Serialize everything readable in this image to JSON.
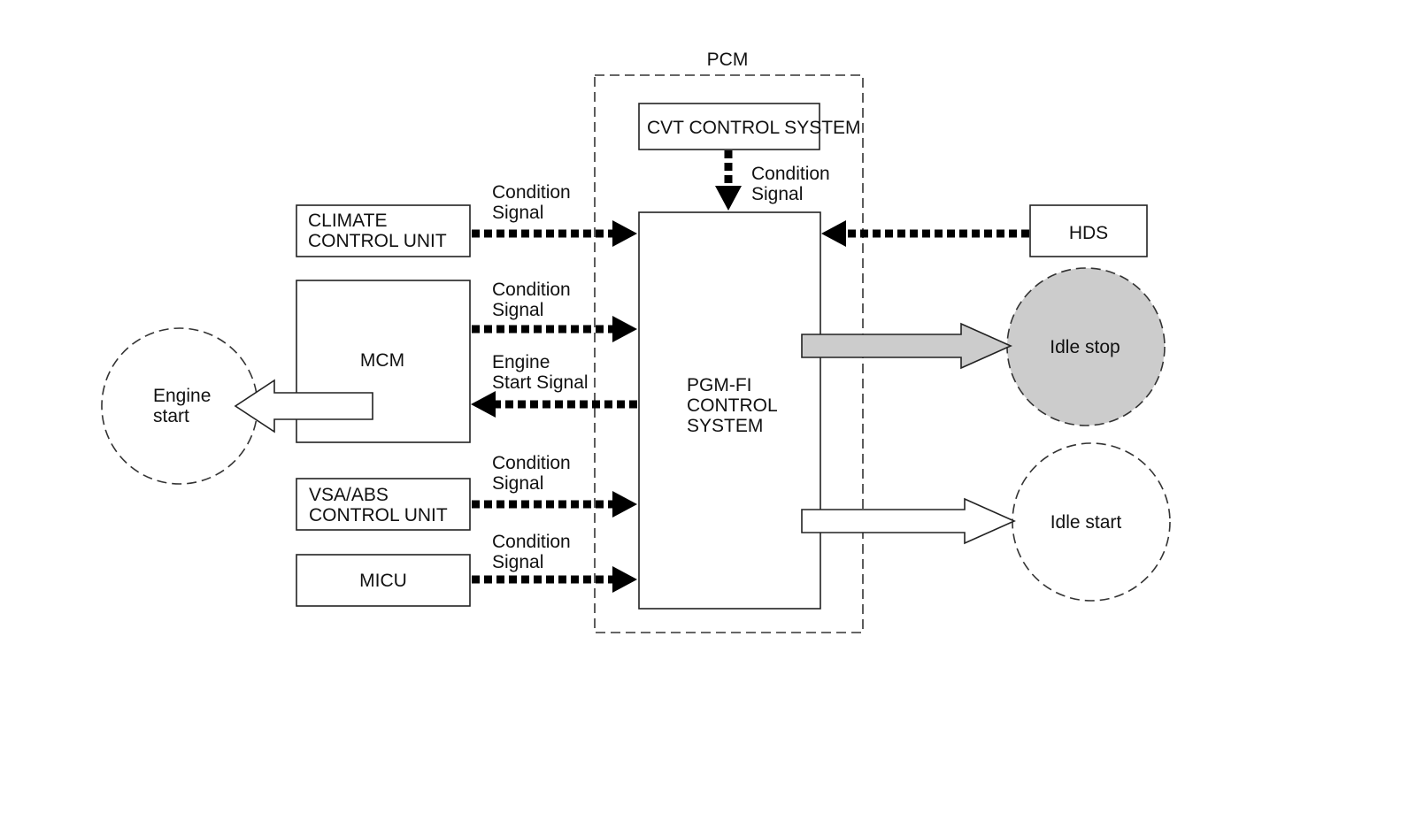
{
  "pcm": {
    "label": "PCM"
  },
  "cvt": {
    "label": "CVT CONTROL SYSTEM"
  },
  "pgmfi": {
    "lines": [
      "PGM-FI",
      "CONTROL",
      "SYSTEM"
    ]
  },
  "climate": {
    "lines": [
      "CLIMATE",
      "CONTROL UNIT"
    ]
  },
  "mcm": {
    "label": "MCM"
  },
  "vsa": {
    "lines": [
      "VSA/ABS",
      "CONTROL UNIT"
    ]
  },
  "micu": {
    "label": "MICU"
  },
  "hds": {
    "label": "HDS"
  },
  "signals": {
    "cvt": [
      "Condition",
      "Signal"
    ],
    "climate": [
      "Condition",
      "Signal"
    ],
    "mcm": [
      "Condition",
      "Signal"
    ],
    "engine_start": [
      "Engine",
      "Start Signal"
    ],
    "vsa": [
      "Condition",
      "Signal"
    ],
    "micu": [
      "Condition",
      "Signal"
    ]
  },
  "outputs": {
    "engine_start": [
      "Engine",
      "start"
    ],
    "idle_stop": "Idle stop",
    "idle_start": "Idle start"
  },
  "colors": {
    "idle_stop_fill": "#cccccc",
    "line": "#000000"
  }
}
